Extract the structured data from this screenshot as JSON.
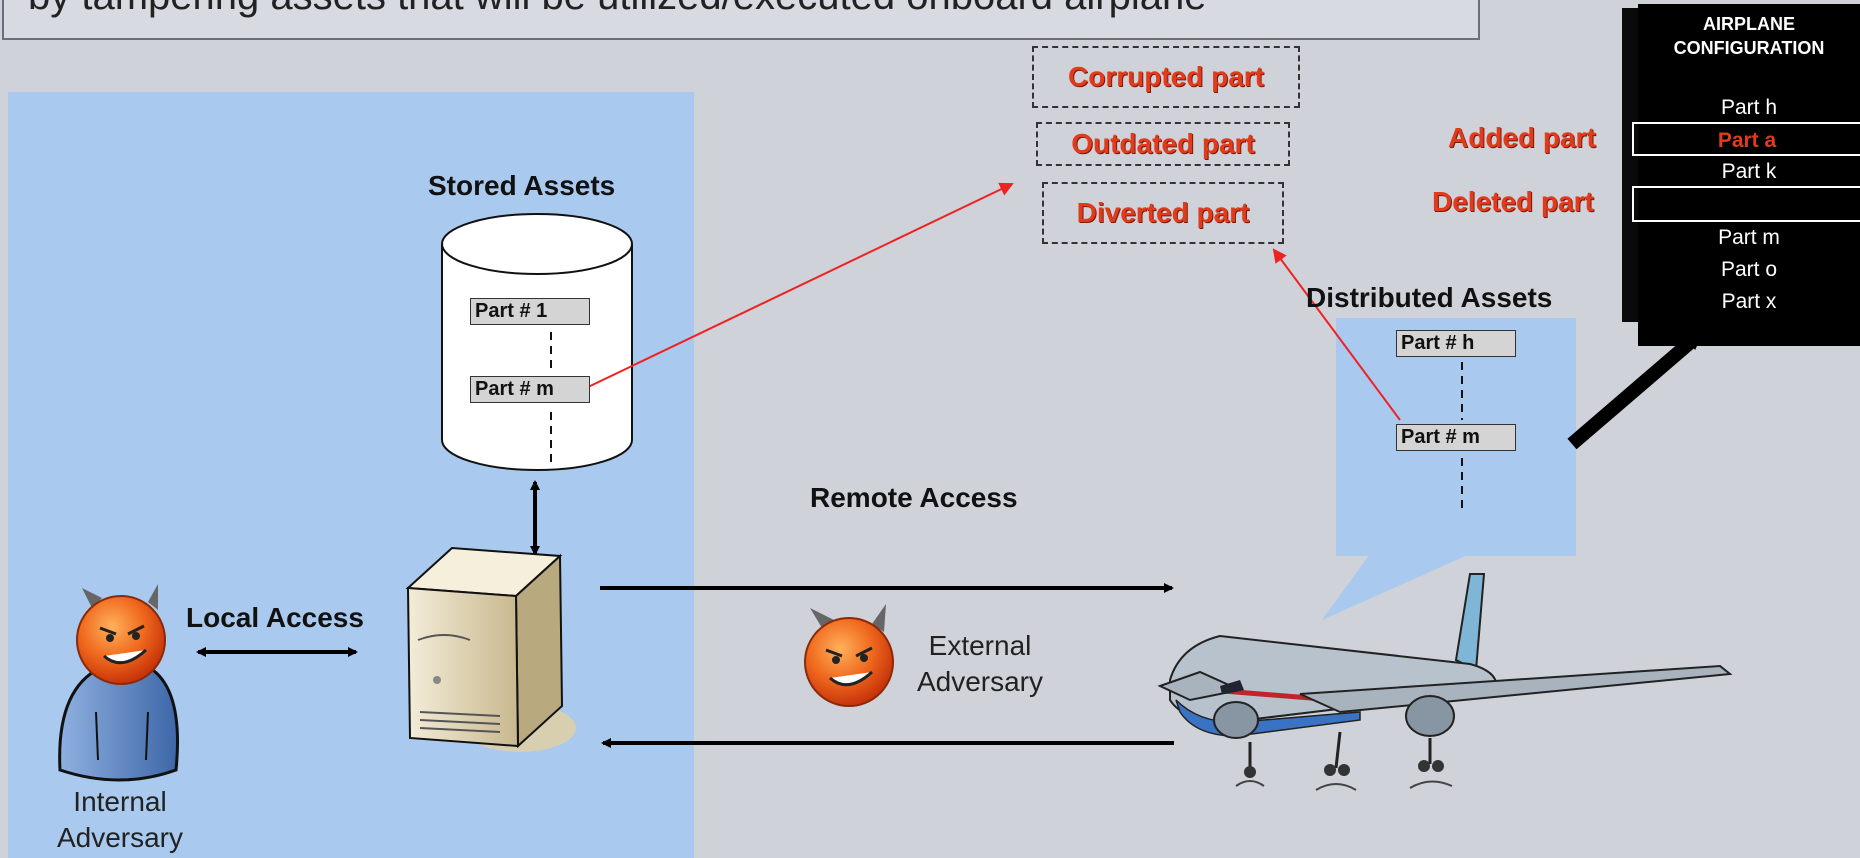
{
  "title": "by tampering assets that will be utilized/executed onboard airplane",
  "labels": {
    "stored_assets": "Stored Assets",
    "distributed_assets": "Distributed Assets",
    "remote_access": "Remote Access",
    "local_access": "Local Access",
    "internal_adversary": "Internal Adversary",
    "internal_line1": "Internal",
    "internal_line2": "Adversary",
    "external_line1": "External",
    "external_line2": "Adversary"
  },
  "stored_parts": [
    "Part # 1",
    "Part # m"
  ],
  "distributed_parts": [
    "Part # h",
    "Part # m"
  ],
  "tampered_types": [
    "Corrupted part",
    "Outdated part",
    "Diverted part"
  ],
  "config": {
    "title_line1": "AIRPLANE",
    "title_line2": "CONFIGURATION",
    "items": [
      "Part h",
      "Part a",
      "Part k",
      "",
      "Part m",
      "Part o",
      "Part x"
    ],
    "added_label": "Added part",
    "deleted_label": "Deleted part"
  },
  "colors": {
    "background": "#cfd2d9",
    "panel": "#a9c9ee",
    "alert_red": "#e23b1b",
    "config_bg": "#000000"
  },
  "icons": [
    "devil-face-icon",
    "person-icon",
    "server-icon",
    "airplane-icon",
    "database-cylinder-icon"
  ]
}
